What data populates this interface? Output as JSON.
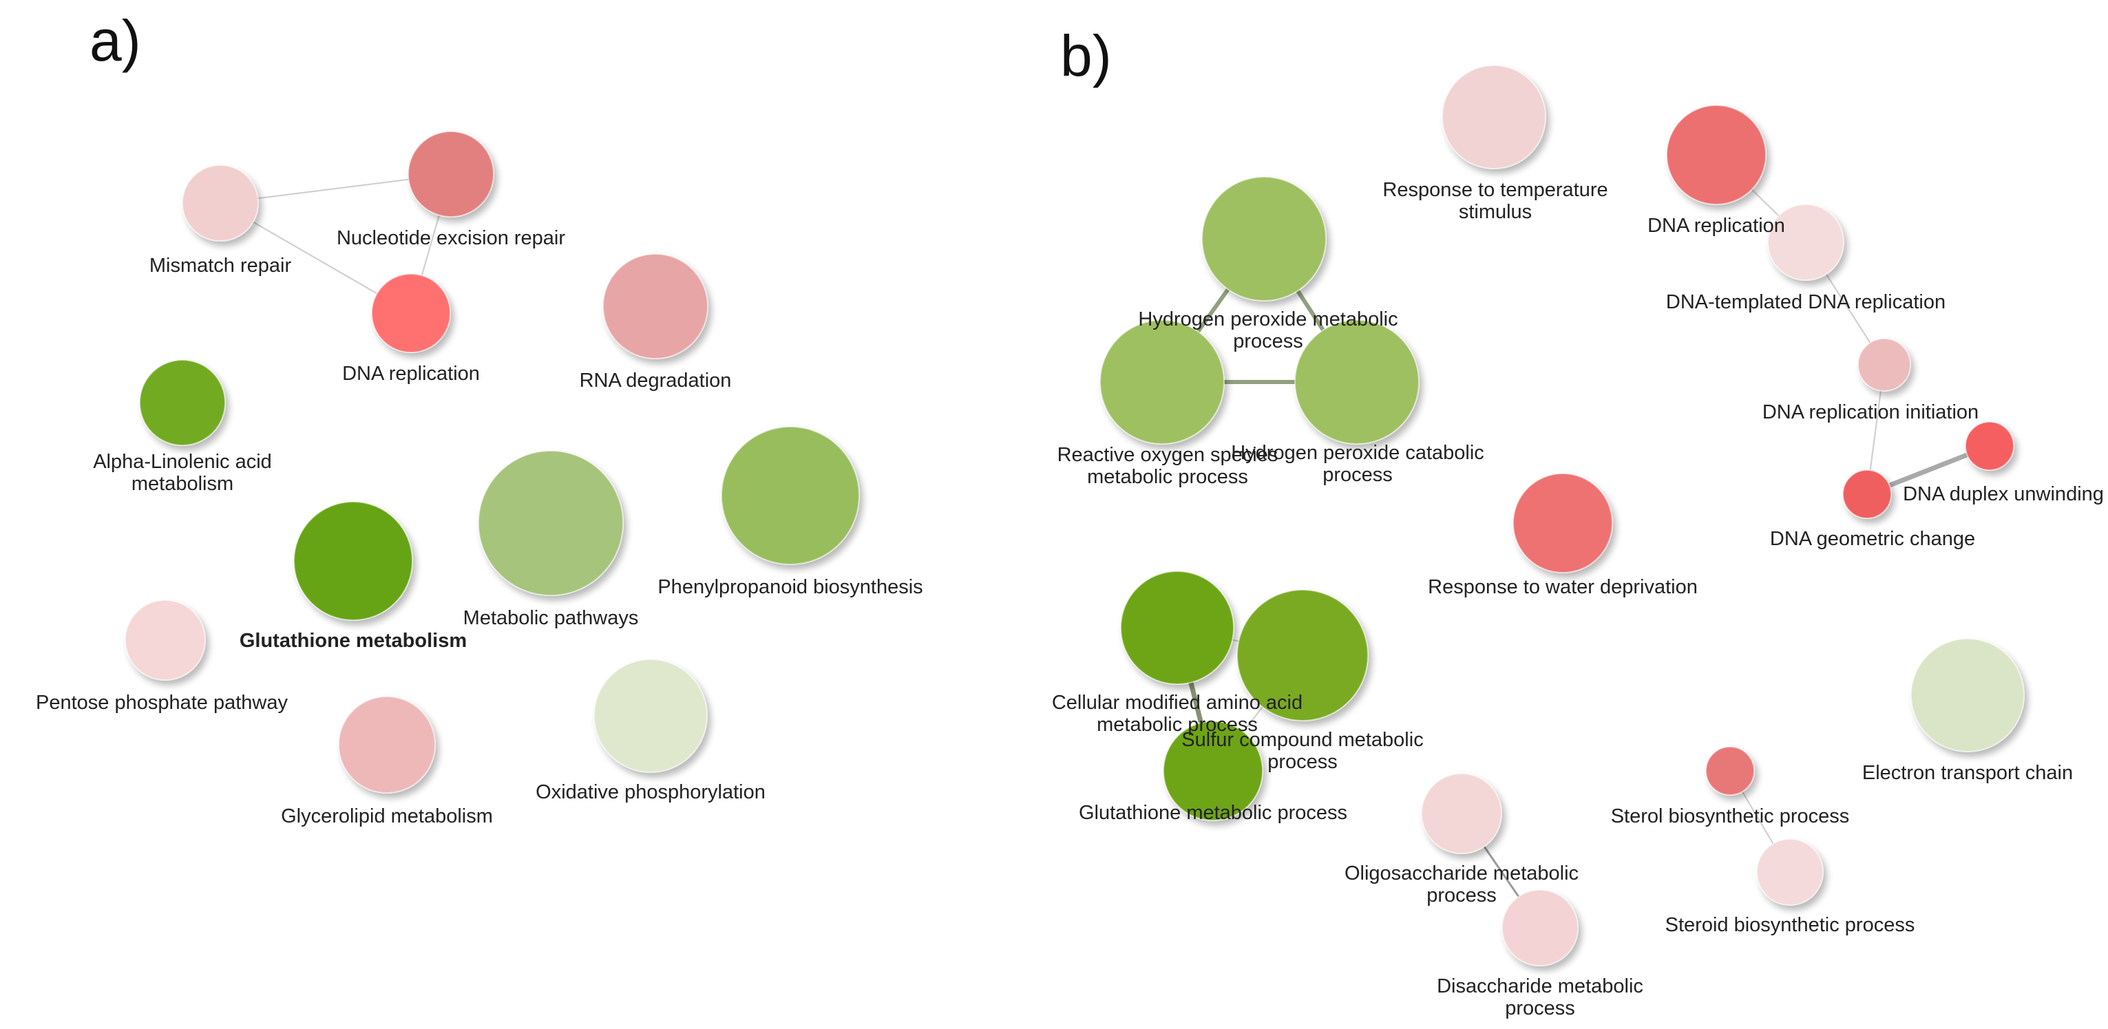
{
  "panels": [
    {
      "letter": "a)",
      "nodes": [
        {
          "id": "mismatch",
          "lines": [
            "Mismatch repair"
          ],
          "color": "#f2cfcf"
        },
        {
          "id": "ner",
          "lines": [
            "Nucleotide excision repair"
          ],
          "color": "#e27f7f"
        },
        {
          "id": "dnarep",
          "lines": [
            "DNA replication"
          ],
          "color": "#ff7070"
        },
        {
          "id": "rnadeg",
          "lines": [
            "RNA degradation"
          ],
          "color": "#e8a5a5"
        },
        {
          "id": "alpha",
          "lines": [
            "Alpha-Linolenic acid",
            "metabolism"
          ],
          "color": "#72aa22"
        },
        {
          "id": "glut",
          "lines": [
            "Glutathione metabolism"
          ],
          "color": "#66a412",
          "bold": true
        },
        {
          "id": "metab",
          "lines": [
            "Metabolic pathways"
          ],
          "color": "#a6c47c"
        },
        {
          "id": "phenyl",
          "lines": [
            "Phenylpropanoid biosynthesis"
          ],
          "color": "#97bd5d"
        },
        {
          "id": "pentose",
          "lines": [
            "Pentose phosphate pathway"
          ],
          "color": "#f5d7d7"
        },
        {
          "id": "glycero",
          "lines": [
            "Glycerolipid metabolism"
          ],
          "color": "#eeb8b8"
        },
        {
          "id": "oxphos",
          "lines": [
            "Oxidative phosphorylation"
          ],
          "color": "#dfe7cc"
        }
      ],
      "edges": [
        [
          "mismatch",
          "ner"
        ],
        [
          "mismatch",
          "dnarep"
        ],
        [
          "ner",
          "dnarep"
        ]
      ]
    },
    {
      "letter": "b)",
      "nodes": [
        {
          "id": "h2o2met",
          "lines": [
            "Hydrogen peroxide metabolic",
            "process"
          ],
          "color": "#9ec060"
        },
        {
          "id": "ros",
          "lines": [
            "Reactive oxygen species",
            "metabolic process"
          ],
          "color": "#9ec060"
        },
        {
          "id": "h2o2cat",
          "lines": [
            "Hydrogen peroxide catabolic",
            "process"
          ],
          "color": "#9ec060"
        },
        {
          "id": "cellmod",
          "lines": [
            "Cellular modified amino acid",
            "metabolic process"
          ],
          "color": "#6ea516"
        },
        {
          "id": "sulfur",
          "lines": [
            "Sulfur compound metabolic",
            "process"
          ],
          "color": "#7aaa22"
        },
        {
          "id": "gluproc",
          "lines": [
            "Glutathione metabolic process"
          ],
          "color": "#6ea516"
        },
        {
          "id": "temp",
          "lines": [
            "Response to temperature",
            "stimulus"
          ],
          "color": "#f2d3d3"
        },
        {
          "id": "water",
          "lines": [
            "Response to water deprivation"
          ],
          "color": "#ee7272"
        },
        {
          "id": "oligo",
          "lines": [
            "Oligosaccharide metabolic",
            "process"
          ],
          "color": "#f3d6d6"
        },
        {
          "id": "disacc",
          "lines": [
            "Disaccharide metabolic",
            "process"
          ],
          "color": "#f3d3d3"
        },
        {
          "id": "dnarep2",
          "lines": [
            "DNA replication"
          ],
          "color": "#ec7070"
        },
        {
          "id": "dnatemp",
          "lines": [
            "DNA-templated DNA replication"
          ],
          "color": "#f4dcdc"
        },
        {
          "id": "init",
          "lines": [
            "DNA replication initiation"
          ],
          "color": "#ecbcbc"
        },
        {
          "id": "duplex",
          "lines": [
            "DNA duplex unwinding"
          ],
          "color": "#f55f5f"
        },
        {
          "id": "geom",
          "lines": [
            "DNA geometric change"
          ],
          "color": "#f05e5e"
        },
        {
          "id": "etc",
          "lines": [
            "Electron transport chain"
          ],
          "color": "#d9e5c6"
        },
        {
          "id": "sterol",
          "lines": [
            "Sterol biosynthetic process"
          ],
          "color": "#e87878"
        },
        {
          "id": "steroid",
          "lines": [
            "Steroid biosynthetic process"
          ],
          "color": "#f4dada"
        }
      ],
      "edges": [
        [
          "h2o2met",
          "ros"
        ],
        [
          "h2o2met",
          "h2o2cat"
        ],
        [
          "ros",
          "h2o2cat"
        ],
        [
          "cellmod",
          "sulfur"
        ],
        [
          "cellmod",
          "gluproc"
        ],
        [
          "sulfur",
          "gluproc"
        ],
        [
          "oligo",
          "disacc"
        ],
        [
          "dnarep2",
          "dnatemp"
        ],
        [
          "dnatemp",
          "init"
        ],
        [
          "init",
          "geom"
        ],
        [
          "duplex",
          "geom"
        ],
        [
          "sterol",
          "steroid"
        ]
      ]
    }
  ]
}
